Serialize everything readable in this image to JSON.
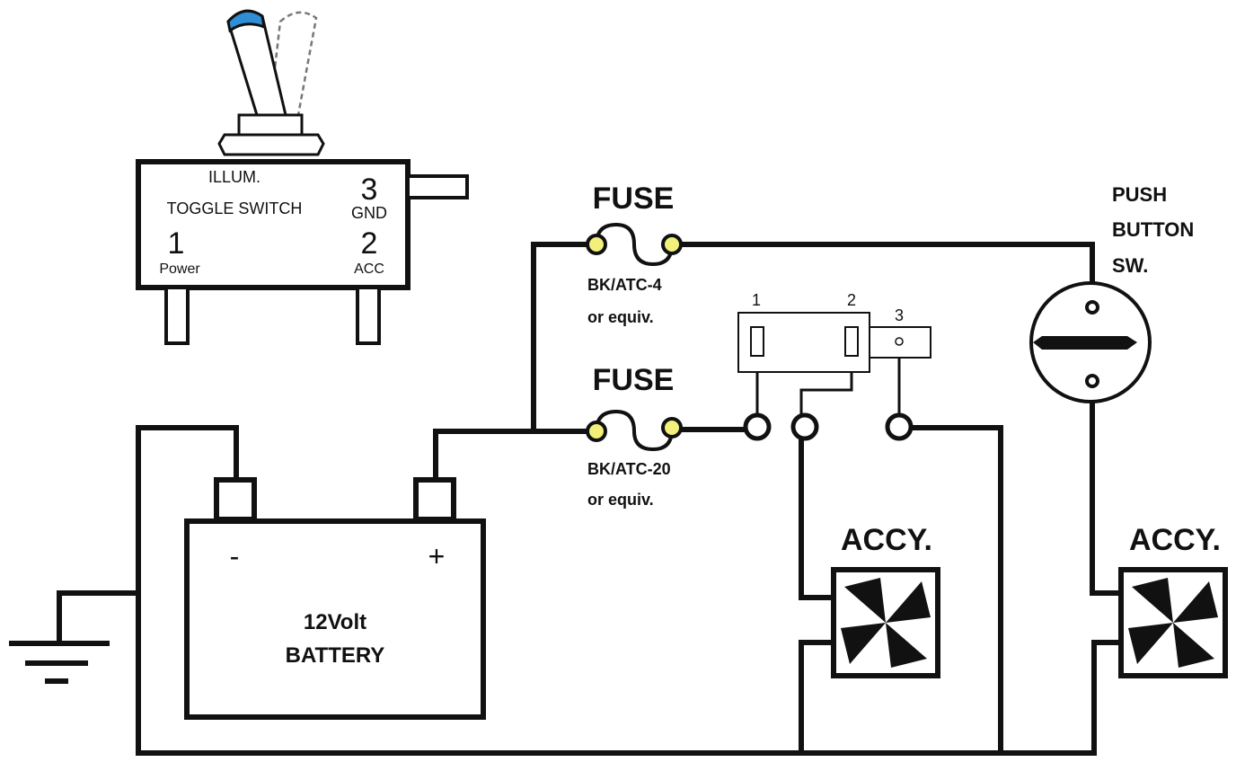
{
  "toggle_switch": {
    "title_line1": "ILLUM.",
    "title_line2": "TOGGLE SWITCH",
    "pin1_number": "1",
    "pin1_label": "Power",
    "pin2_number": "2",
    "pin2_label": "ACC",
    "pin3_number": "3",
    "pin3_label": "GND",
    "lever_color": "#2f8fd6"
  },
  "fuse_top": {
    "title": "FUSE",
    "rating_line1": "BK/ATC-4",
    "rating_line2": "or equiv."
  },
  "fuse_bottom": {
    "title": "FUSE",
    "rating_line1": "BK/ATC-20",
    "rating_line2": "or equiv."
  },
  "switch_schematic": {
    "pin1": "1",
    "pin2": "2",
    "pin3": "3"
  },
  "push_button": {
    "line1": "PUSH",
    "line2": "BUTTON",
    "line3": "SW."
  },
  "battery": {
    "neg_symbol": "-",
    "pos_symbol": "+",
    "line1": "12Volt",
    "line2": "BATTERY"
  },
  "accessory_left": {
    "label": "ACCY."
  },
  "accessory_right": {
    "label": "ACCY."
  },
  "colors": {
    "wire": "#111111",
    "fuse_terminal": "#f2ef7a",
    "background": "#ffffff"
  },
  "icons": [
    "fan-icon",
    "ground-icon",
    "toggle-lever-icon"
  ]
}
